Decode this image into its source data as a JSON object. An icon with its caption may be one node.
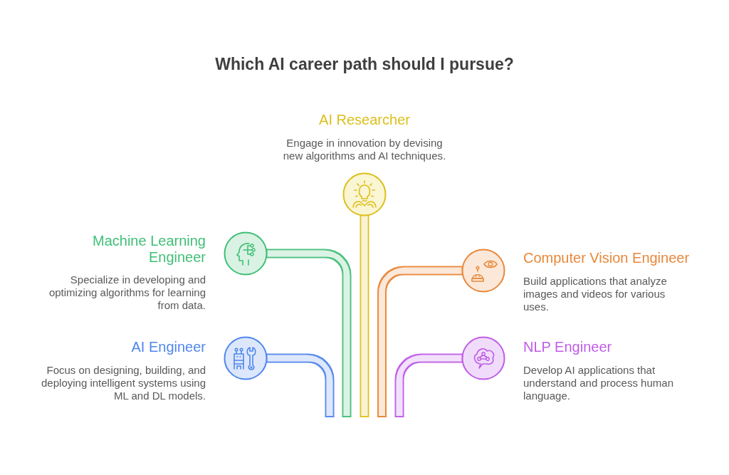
{
  "diagram": {
    "title": "Which AI career path should I pursue?",
    "nodes": [
      {
        "text": [
          "AI Researcher",
          "Engage in innovation by devising new algorithms and AI techniques."
        ]
      },
      {
        "text": [
          "Machine Learning Engineer",
          "Specialize in developing and optimizing algorithms for learning from data."
        ]
      },
      {
        "text": [
          "Computer Vision Engineer",
          "Build applications that analyze images and videos for various uses."
        ]
      },
      {
        "text": [
          "AI Engineer",
          "Focus on designing, building, and deploying intelligent systems using ML and DL models."
        ]
      },
      {
        "text": [
          "NLP Engineer",
          "Develop AI applications that understand and process human language."
        ]
      }
    ],
    "edges": [
      {
        "from": null,
        "to": 0,
        "arrow": "none",
        "color": "#e2c52a"
      },
      {
        "from": null,
        "to": 1,
        "arrow": "none",
        "color": "#4cc27e"
      },
      {
        "from": null,
        "to": 2,
        "arrow": "none",
        "color": "#e98b3c"
      },
      {
        "from": null,
        "to": 3,
        "arrow": "none",
        "color": "#5a8cee"
      },
      {
        "from": null,
        "to": 4,
        "arrow": "none",
        "color": "#c262ea"
      }
    ]
  }
}
